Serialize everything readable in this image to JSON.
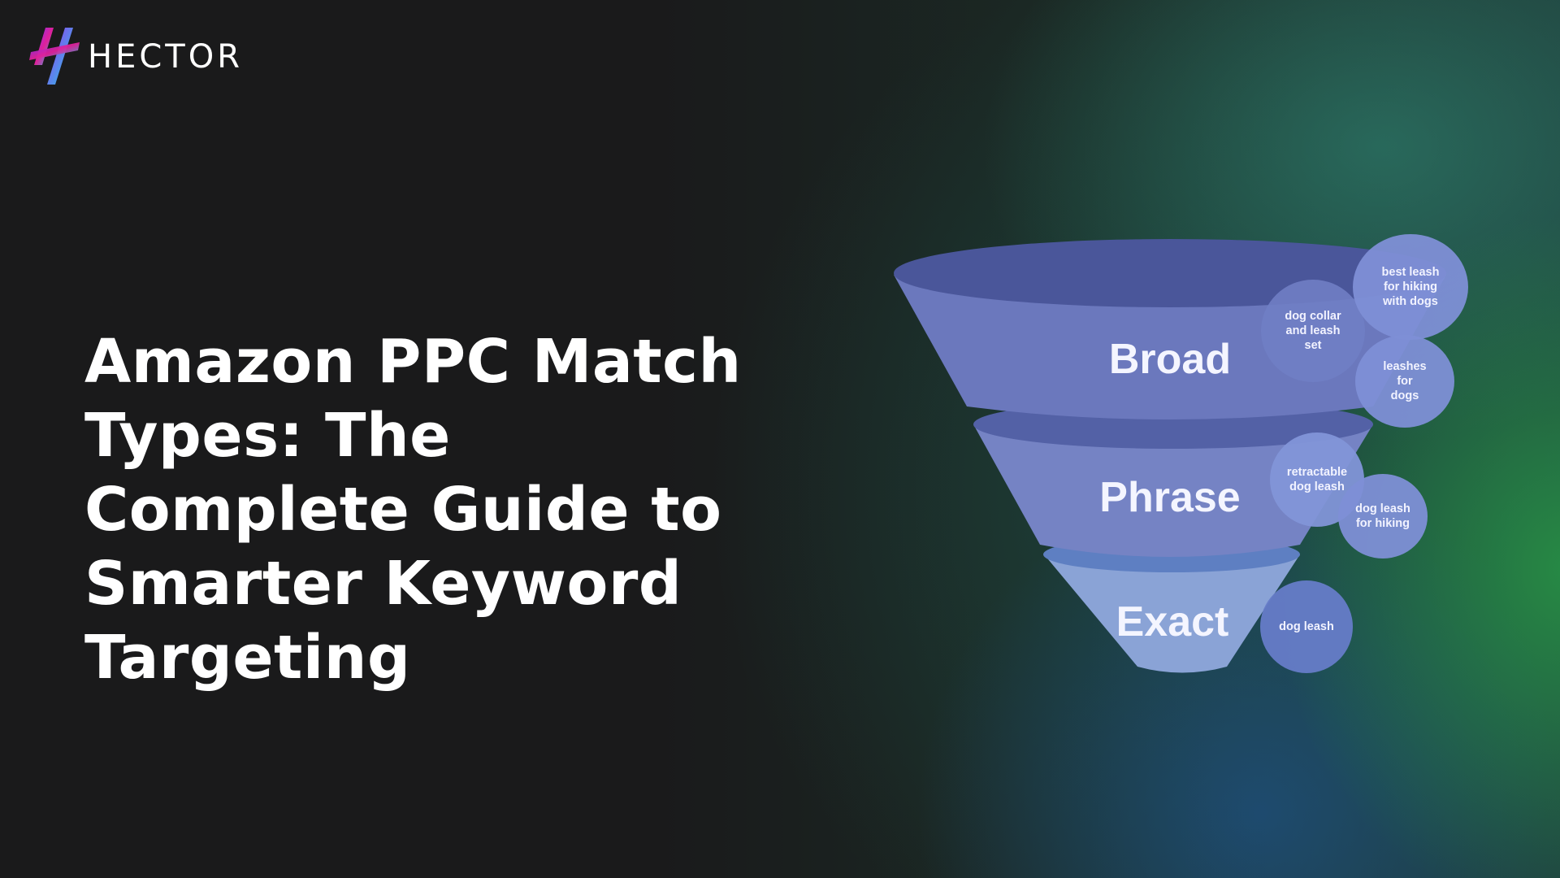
{
  "brand": {
    "name": "HECTOR",
    "logo_icon": "hector-h-logo-icon"
  },
  "hero": {
    "title": "Amazon PPC Match Types: The Complete Guide to Smarter Keyword Targeting"
  },
  "funnel": {
    "tiers": [
      {
        "label": "Broad",
        "keywords": [
          "dog collar\nand leash\nset",
          "best leash\nfor hiking\nwith dogs",
          "leashes\nfor\ndogs"
        ]
      },
      {
        "label": "Phrase",
        "keywords": [
          "retractable\ndog leash",
          "dog leash\nfor hiking"
        ]
      },
      {
        "label": "Exact",
        "keywords": [
          "dog leash"
        ]
      }
    ],
    "colors": {
      "broad": "#6b78bd",
      "broad_top": "#4a569a",
      "phrase": "#7583c4",
      "phrase_top": "#5361a6",
      "exact": "#8aa3d6",
      "exact_top": "#5e7fc2",
      "bubble": "#7b8cd0"
    }
  }
}
